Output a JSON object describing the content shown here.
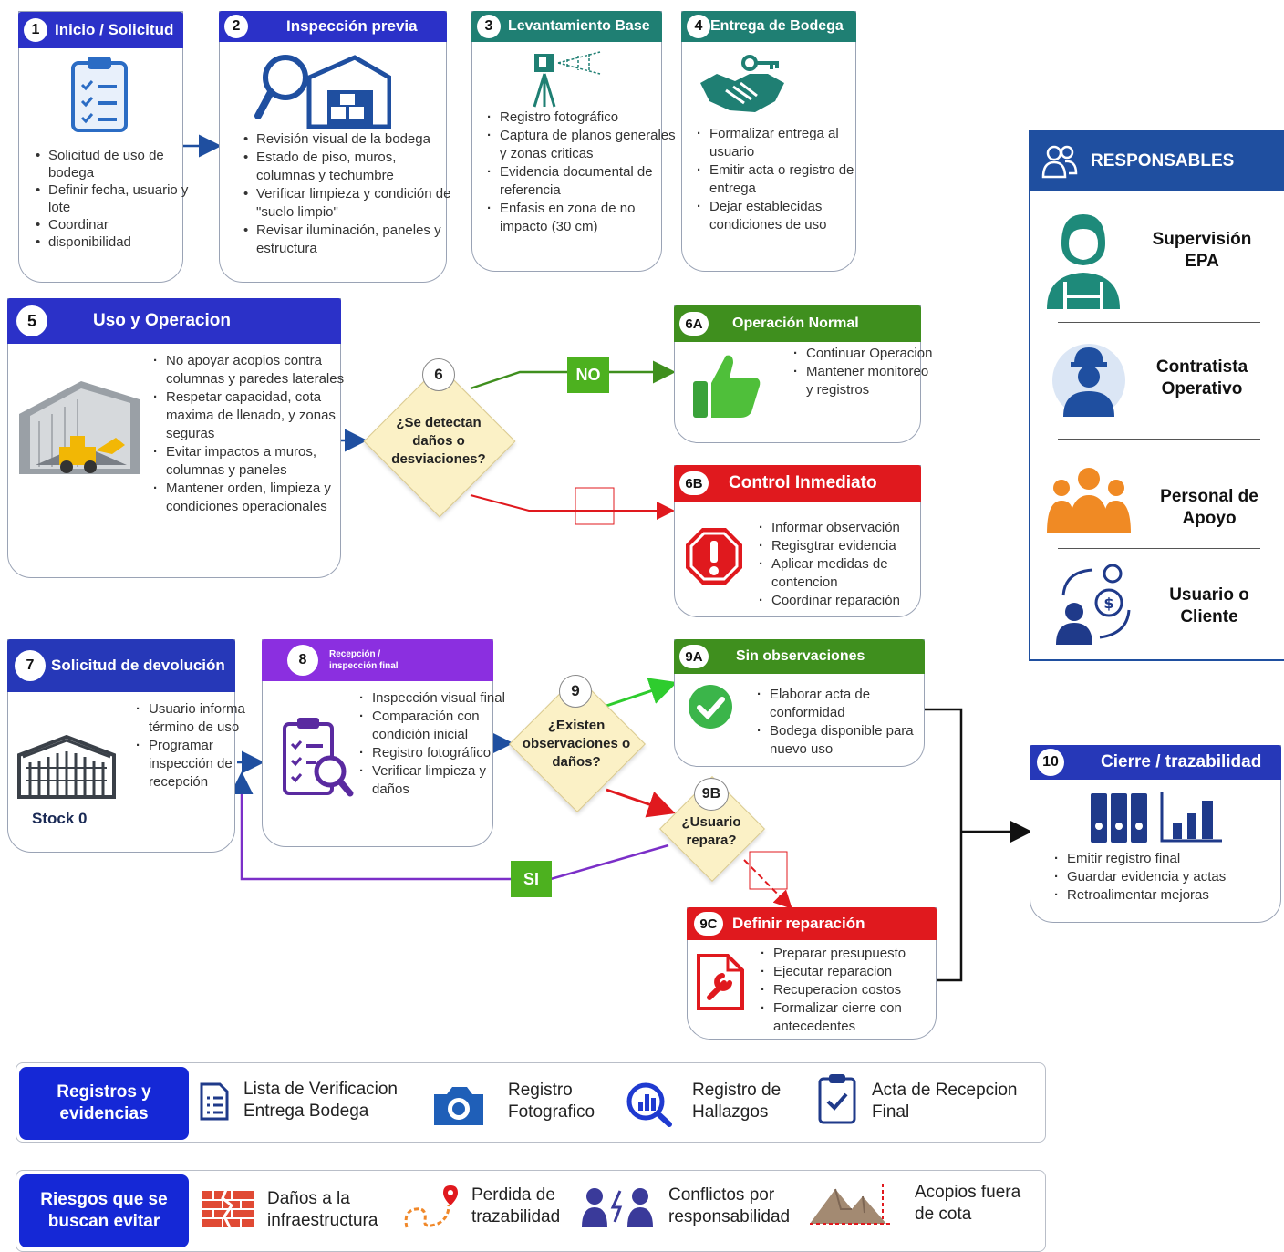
{
  "step1": {
    "num": "1",
    "title": "Inicio / Solicitud",
    "items": [
      "Solicitud de uso de bodega",
      "Definir fecha, usuario y lote",
      "Coordinar",
      "disponibilidad"
    ]
  },
  "step2": {
    "num": "2",
    "title": "Inspección previa",
    "items": [
      "Revisión visual de la bodega",
      "Estado de piso, muros, columnas y techumbre",
      "Verificar limpieza y condición de \"suelo limpio\"",
      "Revisar iluminación, paneles y estructura"
    ]
  },
  "step3": {
    "num": "3",
    "title": "Levantamiento Base",
    "items": [
      "Registro fotográfico",
      "Captura de planos generales y zonas criticas",
      "Evidencia documental de referencia",
      "Enfasis en  zona de no impacto (30 cm)"
    ]
  },
  "step4": {
    "num": "4",
    "title": "Entrega de Bodega",
    "items": [
      "Formalizar entrega al usuario",
      "Emitir acta o registro de entrega",
      "Dejar establecidas condiciones de uso"
    ]
  },
  "step5": {
    "num": "5",
    "title": "Uso y Operacion",
    "items": [
      "No apoyar acopios contra columnas y paredes laterales",
      "Respetar capacidad, cota maxima de llenado, y zonas seguras",
      "Evitar impactos a muros, columnas y paneles",
      "Mantener orden, limpieza y condiciones operacionales"
    ]
  },
  "decision6": {
    "num": "6",
    "text": "¿Se detectan daños o desviaciones?",
    "no_label": "NO"
  },
  "step6a": {
    "num": "6A",
    "title": "Operación Normal",
    "items": [
      "Continuar Operacion",
      "Mantener monitoreo y registros"
    ]
  },
  "step6b": {
    "num": "6B",
    "title": "Control Inmediato",
    "items": [
      "Informar observación",
      "Regisgtrar evidencia",
      "Aplicar medidas de contencion",
      "Coordinar reparación"
    ]
  },
  "step7": {
    "num": "7",
    "title": "Solicitud de devolución",
    "items": [
      "Usuario informa término de uso",
      "Programar inspección de recepción"
    ],
    "stock_label": "Stock 0"
  },
  "step8": {
    "num": "8",
    "title_line1": "Recepción /",
    "title_line2": "inspección final",
    "items": [
      "Inspección visual final",
      "Comparación con condición inicial",
      "Registro fotográfico",
      "Verificar limpieza y daños"
    ]
  },
  "decision9": {
    "num": "9",
    "text": "¿Existen observaciones o daños?"
  },
  "step9a": {
    "num": "9A",
    "title": "Sin observaciones",
    "items": [
      "Elaborar acta de conformidad",
      "Bodega disponible para nuevo uso"
    ]
  },
  "decision9b": {
    "num": "9B",
    "text": "¿Usuario repara?",
    "si_label": "SI"
  },
  "step9c": {
    "num": "9C",
    "title": "Definir reparación",
    "items": [
      "Preparar presupuesto",
      "Ejecutar reparacion",
      "Recuperacion costos",
      "Formalizar cierre con antecedentes"
    ]
  },
  "step10": {
    "num": "10",
    "title": "Cierre / trazabilidad",
    "items": [
      "Emitir registro final",
      "Guardar evidencia y actas",
      "Retroalimentar mejoras"
    ]
  },
  "responsables": {
    "title": "RESPONSABLES",
    "roles": [
      {
        "name": "Supervisión EPA"
      },
      {
        "name": "Contratista Operativo"
      },
      {
        "name": "Personal de Apoyo"
      },
      {
        "name": "Usuario o Cliente"
      }
    ]
  },
  "registros": {
    "title": "Registros y evidencias",
    "items": [
      {
        "label": "Lista de Verificacion Entrega Bodega",
        "icon": "checklist-doc-icon"
      },
      {
        "label": "Registro Fotografico",
        "icon": "camera-icon"
      },
      {
        "label": "Registro de Hallazgos",
        "icon": "magnifier-chart-icon"
      },
      {
        "label": "Acta de Recepcion Final",
        "icon": "clipboard-check-icon"
      }
    ]
  },
  "riesgos": {
    "title": "Riesgos que se buscan evitar",
    "items": [
      {
        "label": "Daños a la infraestructura",
        "icon": "broken-wall-icon"
      },
      {
        "label": "Perdida de trazabilidad",
        "icon": "route-pin-icon"
      },
      {
        "label": "Conflictos por responsabilidad",
        "icon": "people-conflict-icon"
      },
      {
        "label": "Acopios fuera de cota",
        "icon": "stockpile-icon"
      }
    ]
  },
  "colors": {
    "blue": "#2b31c8",
    "teal": "#1f7f73",
    "green": "#3f8f1e",
    "red": "#e0191e",
    "purple": "#8b2fe0",
    "decision": "#fbf1c6"
  }
}
